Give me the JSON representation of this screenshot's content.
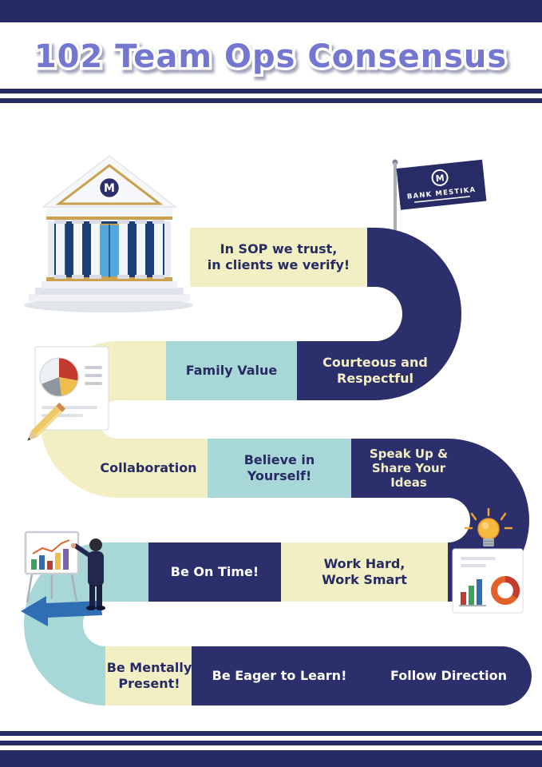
{
  "title": "102 Team Ops Consensus",
  "colors": {
    "navy": "#2b2f6c",
    "teal": "#a7d7d7",
    "cream": "#f2efc5",
    "title_purple": "#7477cf",
    "band_navy": "#262a63"
  },
  "building": {
    "logo_letter": "M"
  },
  "flag": {
    "logo_letter": "M",
    "bank_name": "BANK MESTIKA"
  },
  "road": {
    "labels": [
      {
        "id": "in-sop",
        "text": "In SOP we trust,\nin clients we verify!"
      },
      {
        "id": "family-value",
        "text": "Family Value"
      },
      {
        "id": "courteous",
        "text": "Courteous and\nRespectful"
      },
      {
        "id": "collaboration",
        "text": "Collaboration"
      },
      {
        "id": "believe",
        "text": "Believe in\nYourself!"
      },
      {
        "id": "speak-up",
        "text": "Speak Up &\nShare Your\nIdeas"
      },
      {
        "id": "be-on-time",
        "text": "Be On Time!"
      },
      {
        "id": "work-hard",
        "text": "Work Hard,\nWork Smart"
      },
      {
        "id": "be-mentally",
        "text": "Be Mentally\nPresent!"
      },
      {
        "id": "be-eager",
        "text": "Be Eager to Learn!"
      },
      {
        "id": "follow-direction",
        "text": "Follow Direction"
      }
    ]
  }
}
